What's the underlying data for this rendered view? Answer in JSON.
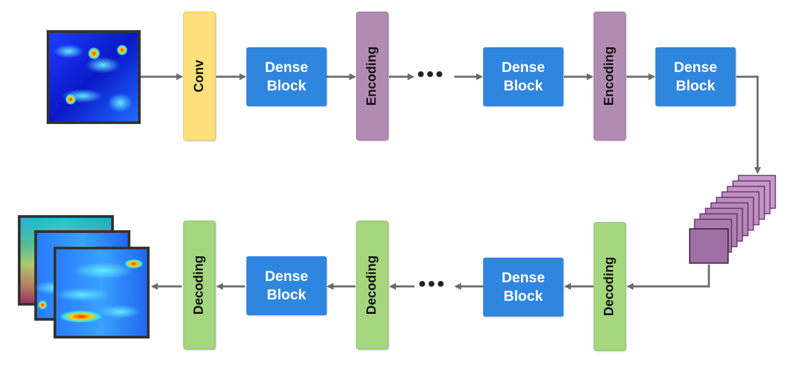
{
  "top_row": {
    "conv": "Conv",
    "dense1": "Dense\nBlock",
    "enc1": "Encoding",
    "dots": "•••",
    "dense2": "Dense\nBlock",
    "enc2": "Encoding",
    "dense3": "Dense\nBlock"
  },
  "bottom_row": {
    "dec1": "Decoding",
    "dense1": "Dense\nBlock",
    "dots": "•••",
    "dec2": "Decoding",
    "dense2": "Dense\nBlock",
    "dec3": "Decoding"
  },
  "colors": {
    "dense": "#2f86de",
    "conv": "#fde07a",
    "encoding": "#b28bb3",
    "decoding": "#a5d77e",
    "arrow": "#6b6b6b",
    "stack": "#7a3f80"
  }
}
